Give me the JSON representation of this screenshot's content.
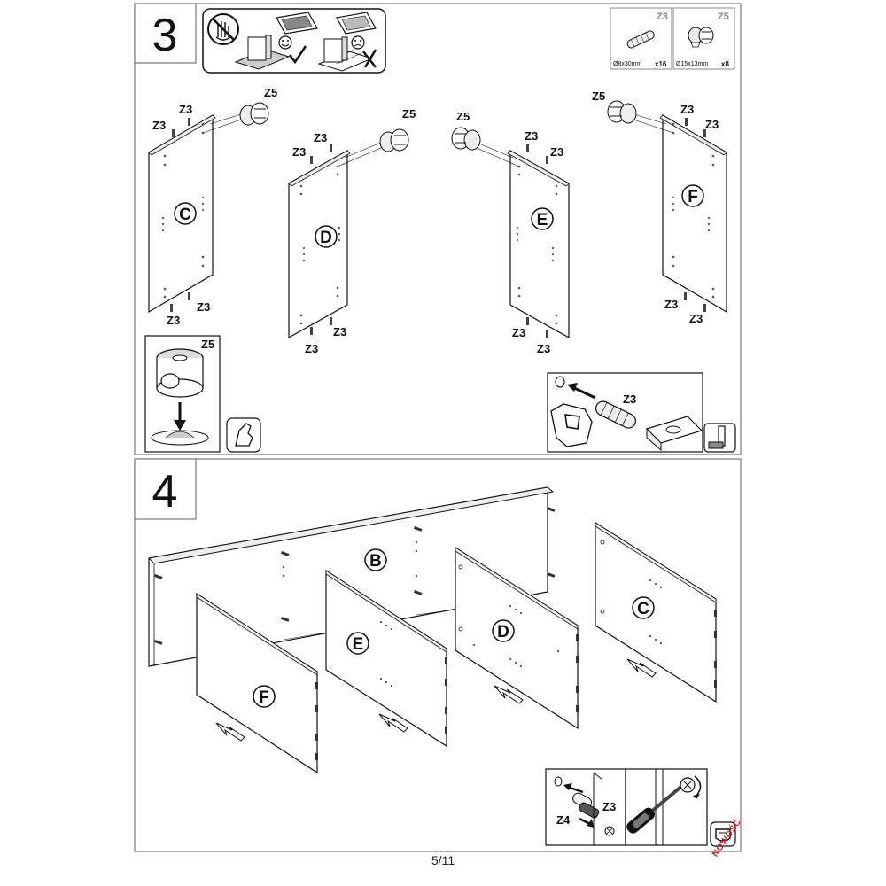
{
  "page": {
    "number": "5/11",
    "brand_mark": "NOWOŚĆ"
  },
  "step3": {
    "number": "3",
    "parts": [
      {
        "code": "Z3",
        "size": "Ø8x30mm",
        "qty": "x16",
        "icon": "wooden-dowel-icon"
      },
      {
        "code": "Z5",
        "size": "Ø15x13mm",
        "qty": "x8",
        "icon": "cam-lock-icon"
      }
    ],
    "panels": [
      "C",
      "D",
      "E",
      "F"
    ],
    "label_dowel": "Z3",
    "label_cam": "Z5",
    "tools": [
      "screwdriver-icon",
      "hammer-icon"
    ]
  },
  "step4": {
    "number": "4",
    "panels": [
      "B",
      "E",
      "D",
      "C",
      "F"
    ],
    "label_z3": "Z3",
    "label_z4": "Z4",
    "tools": [
      "screwdriver-icon",
      "cam-tool-icon"
    ]
  },
  "colors": {
    "stroke": "#111111",
    "frame": "#7a7a7a",
    "brand": "#d71920",
    "fill_light": "#f2f2f2"
  }
}
